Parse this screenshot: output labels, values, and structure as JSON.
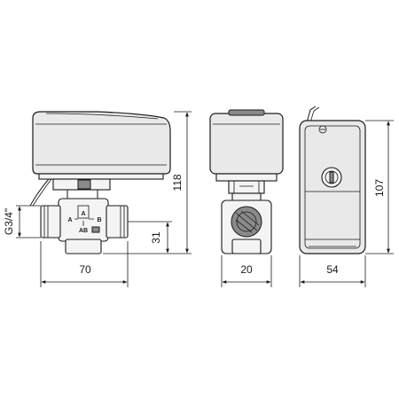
{
  "dimensions": {
    "side_width": "70",
    "side_height": "118",
    "port_height": "31",
    "thread": "G3/4\"",
    "front_width": "20",
    "back_width": "54",
    "back_height": "107"
  },
  "port_labels": {
    "a_top": "A",
    "a_left": "A",
    "b_right": "B",
    "ab_bottom": "AB"
  },
  "colors": {
    "line": "#1a1a1a",
    "body": "#e9e9e9",
    "dark": "#8a8a8a"
  }
}
